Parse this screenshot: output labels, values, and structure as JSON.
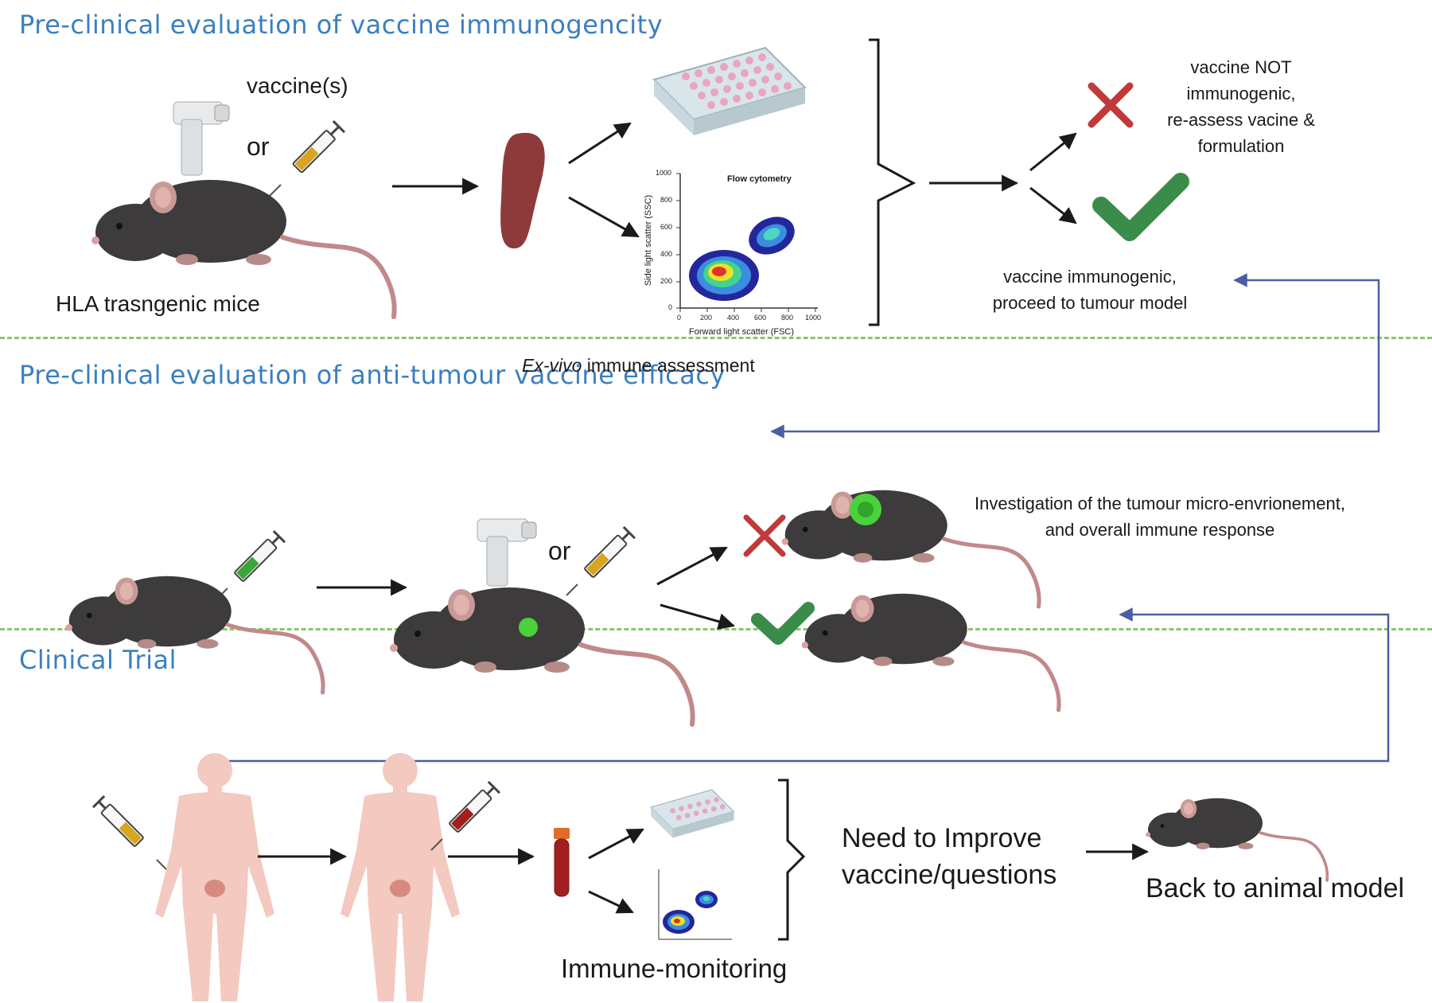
{
  "sections": {
    "s1_title": "Pre-clinical evaluation of vaccine immunogencity",
    "s2_title": "Pre-clinical evaluation of anti-tumour vaccine efficacy",
    "s3_title": "Clinical Trial"
  },
  "section1": {
    "vaccine_label": "vaccine(s)",
    "or_label": "or",
    "mice_label": "HLA trasngenic mice",
    "assessment_em": "Ex-vivo",
    "assessment_rest": " immune assessment",
    "not_immunogenic": [
      "vaccine NOT",
      "immunogenic,",
      "re-assess vacine &",
      "formulation"
    ],
    "immunogenic": [
      "vaccine immunogenic,",
      "proceed to tumour model"
    ]
  },
  "flow_plot": {
    "title": "Flow cytometry",
    "ylabel": "Side light scatter (SSC)",
    "xlabel": "Forward light scatter (FSC)",
    "x_ticks": [
      "0",
      "200",
      "400",
      "600",
      "800",
      "1000"
    ],
    "y_ticks": [
      "0",
      "200",
      "400",
      "600",
      "800",
      "1000"
    ]
  },
  "section2": {
    "or_label": "or",
    "investigation": [
      "Investigation of the tumour micro-envrionement,",
      "and overall immune response"
    ]
  },
  "section3": {
    "immune_monitoring": "Immune-monitoring",
    "need_improve": [
      "Need to Improve",
      "vaccine/questions"
    ],
    "back_to_model": "Back to animal model"
  },
  "colors": {
    "title_blue": "#3b7fc0",
    "feedback_arrow": "#4a5fa3",
    "separator": "#8cc56b",
    "cross_red": "#c0393b",
    "check_green": "#3a8c4a",
    "mouse": "#3d3b3b",
    "spleen": "#8e3a3a"
  }
}
